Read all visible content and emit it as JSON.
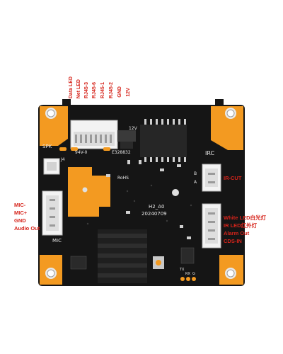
{
  "top_labels": [
    "Data LED",
    "Net LED",
    "RJ45-3",
    "RJ45-6",
    "RJ45-1",
    "RJ45-2",
    "GND",
    "12V"
  ],
  "left_labels": [
    "MIC-",
    "MIC+",
    "GND",
    "Audio Out"
  ],
  "right_top_labels": [
    "IR-CUT"
  ],
  "right_bottom_labels": [
    "White LED白光灯",
    "IR LED红外灯",
    "Alarm Out",
    "CDS-IN"
  ],
  "silkscreen": {
    "spk": "SPK",
    "irc": "IRC",
    "mic": "MIC",
    "board_name": "H2_A0",
    "board_date": "20240709",
    "code": "E328832",
    "rohs": "RoHS",
    "power": "12V",
    "rating": "94V-0",
    "b_marker": "B",
    "a_marker": "A",
    "j_marker": "J4",
    "tx": "TX",
    "rx": "RX",
    "g": "G"
  },
  "colors": {
    "board": "#151515",
    "pad_orange": "#f39a21",
    "label_red": "#d6241b",
    "silk": "#e8e8e8"
  }
}
